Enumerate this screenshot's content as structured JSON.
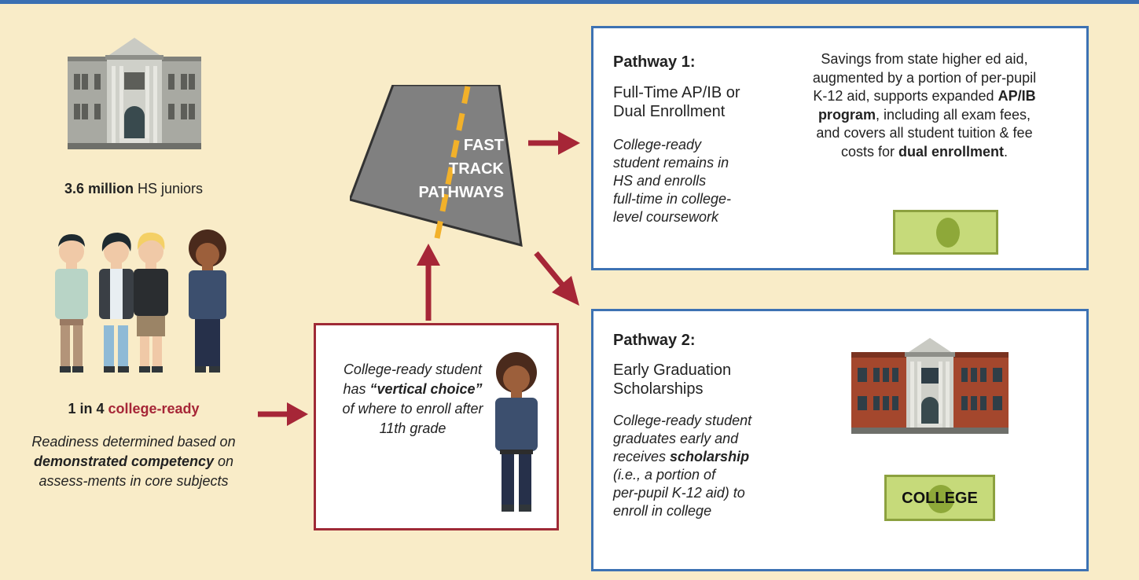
{
  "left": {
    "juniors_bold": "3.6 million",
    "juniors_rest": " HS juniors",
    "ready_prefix": "1 in 4 ",
    "ready_highlight": "college-ready",
    "readiness_1": "Readiness determined based on ",
    "readiness_bold": "demonstrated competency",
    "readiness_2": " on assess-ments in core subjects"
  },
  "road": {
    "line1": "FAST",
    "line2": "TRACK",
    "line3": "PATHWAYS"
  },
  "choice": {
    "text_1": "College-ready student has ",
    "text_bold": "“vertical choice”",
    "text_2": " of where to enroll after 11th grade"
  },
  "pathway1": {
    "title": "Pathway 1:",
    "subtitle_1": "Full-Time AP/IB or",
    "subtitle_2": "Dual Enrollment",
    "desc_1": "College-ready",
    "desc_2": "student remains in",
    "desc_3": "HS and enrolls",
    "desc_4": "full-time in college-",
    "desc_5": "level coursework",
    "savings_1": "Savings from state higher ed aid, augmented by a portion of per-pupil K-12 aid, supports expanded ",
    "savings_bold1": "AP/IB program",
    "savings_2": ", including all exam fees, and covers all student tuition & fee costs for ",
    "savings_bold2": "dual enrollment",
    "savings_3": "."
  },
  "pathway2": {
    "title": "Pathway 2:",
    "subtitle_1": "Early Graduation",
    "subtitle_2": "Scholarships",
    "desc_1": "College-ready student",
    "desc_2a": "graduates early and",
    "desc_3a": "receives ",
    "desc_3b": "scholarship",
    "desc_4": "(i.e., a portion of",
    "desc_5": "per-pupil K-12 aid) to",
    "desc_6": "enroll in college",
    "bill_label": "COLLEGE"
  },
  "colors": {
    "background": "#f9ecc8",
    "accent_blue": "#3d72b3",
    "accent_red": "#a62637",
    "bill_green": "#c6da7a"
  }
}
